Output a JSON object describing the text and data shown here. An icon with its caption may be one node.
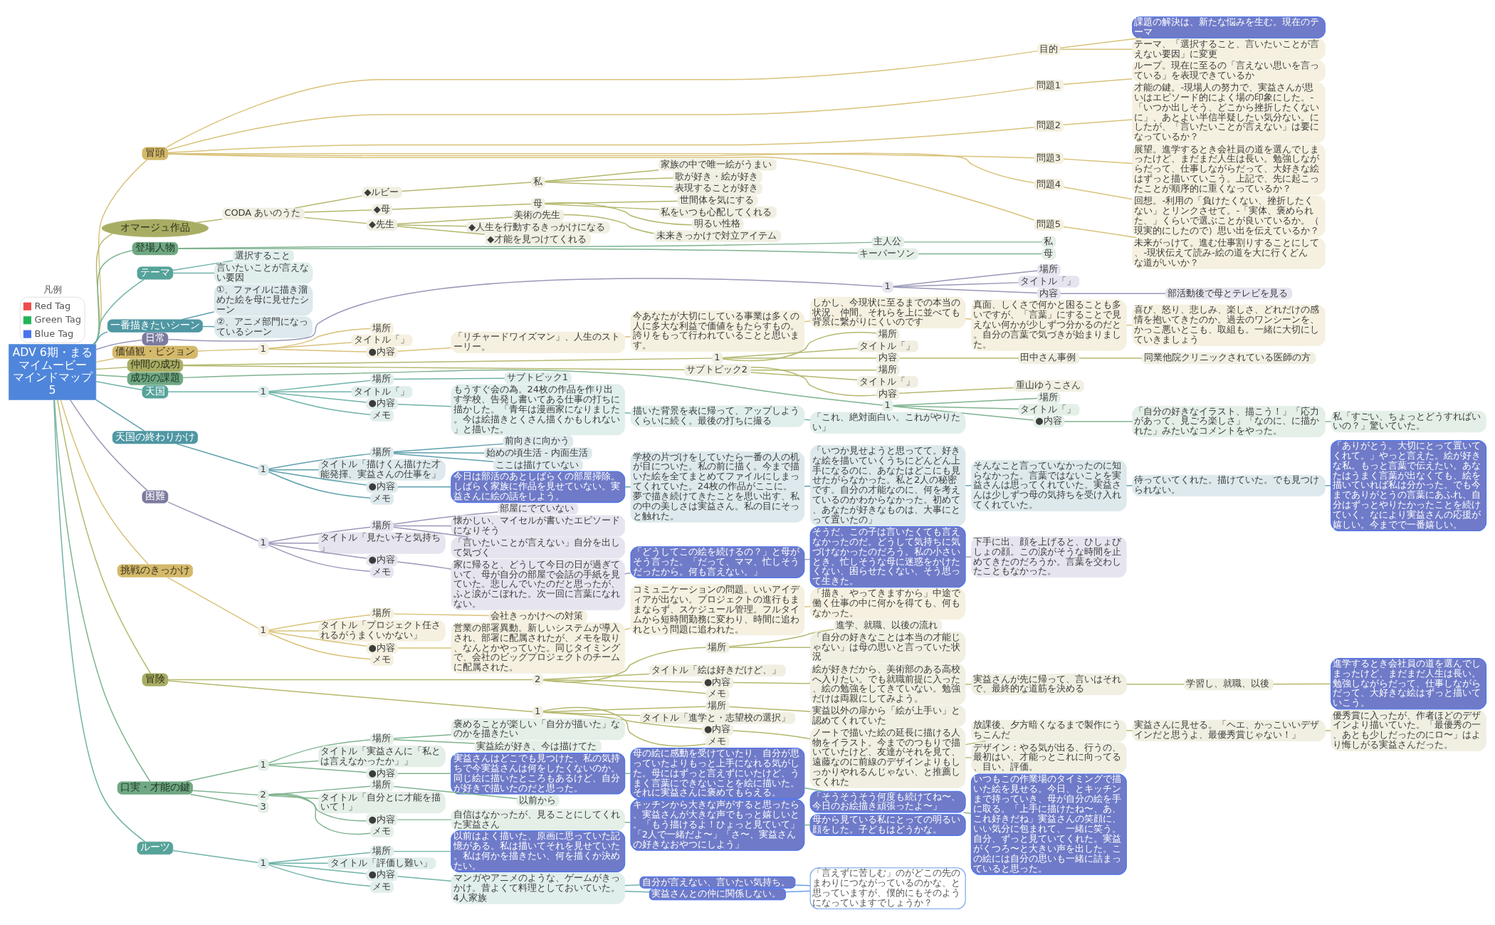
{
  "diagram": {
    "nodes": [
      {
        "text": [
          "ADV 6期・まるマイムービーマインドマップ5"
        ]
      },
      {
        "text": [
          "冒頭"
        ]
      },
      {
        "text": [
          "目的"
        ]
      },
      {
        "text": [
          "課題の解決は、新たな悩みを生む。現在のテーマ"
        ]
      },
      {
        "text": [
          "テーマ、「選択すること、言いたいことが言えない要因」に変更"
        ]
      },
      {
        "text": [
          "問題1"
        ]
      },
      {
        "text": [
          "ループ。現在に至るの「言えない思いを言っている」を表現できているか"
        ]
      },
      {
        "text": [
          "問題2"
        ]
      },
      {
        "text": [
          "才能の鍵。‐現場人の努力で、実益さんが思いはエピソード的によく場の印象にした。‐「いつか出しそう、どこから挫折したくないに」、あとよい半信半疑したい気分ない。にしたが、「言いたいことが言えない」は要になっているか？"
        ]
      },
      {
        "text": [
          "問題3"
        ]
      },
      {
        "text": [
          "展望。進学するとき会社員の道を選んでしまったけど、まだまだ人生は長い。勉強しながらだって、仕事しながらだって、大好きな絵はずっと描いていこう。上記で、先に起こったことが順序的に重くなっているか？"
        ]
      },
      {
        "text": [
          "問題4"
        ]
      },
      {
        "text": [
          "回想。‐利用の「負けたくない、挫折したくない」とリンクさせて。‐「実体、褒められた、」くらいで選ぶことが良いているか。（現実的にしたので）思い出を伝えているか？"
        ]
      },
      {
        "text": [
          "問題5"
        ]
      },
      {
        "text": [
          "未来がっけて。進む仕事割りすることにして、‐現状伝えて読み‐絵の道を大に行くどんな道がいいか？"
        ]
      },
      {
        "text": [
          "オマージュ作品"
        ]
      },
      {
        "text": [
          "CODA あいのうた"
        ]
      },
      {
        "text": [
          "◆ルビー"
        ]
      },
      {
        "text": [
          "私"
        ]
      },
      {
        "text": [
          "家族の中で唯一絵がうまい"
        ]
      },
      {
        "text": [
          "歌が好き・絵が好き"
        ]
      },
      {
        "text": [
          "表現することが好き"
        ]
      },
      {
        "text": [
          "◆母"
        ]
      },
      {
        "text": [
          "母"
        ]
      },
      {
        "text": [
          "世間体を気にする"
        ]
      },
      {
        "text": [
          "私をいつも心配してくれる"
        ]
      },
      {
        "text": [
          "明るい性格"
        ]
      },
      {
        "text": [
          "◆先生"
        ]
      },
      {
        "text": [
          "美術の先生"
        ]
      },
      {
        "text": [
          "未来きっかけで対立アイテム"
        ]
      },
      {
        "text": [
          "◆人生を行動するきっかけになる"
        ]
      },
      {
        "text": [
          "◆才能を見つけてくれる"
        ]
      },
      {
        "text": [
          "登場人物"
        ]
      },
      {
        "text": [
          "主人公"
        ]
      },
      {
        "text": [
          "私"
        ]
      },
      {
        "text": [
          "キーパーソン"
        ]
      },
      {
        "text": [
          "母"
        ]
      },
      {
        "text": [
          "テーマ"
        ]
      },
      {
        "text": [
          "選択すること"
        ]
      },
      {
        "text": [
          "言いたいことが言えない要因"
        ]
      },
      {
        "text": [
          "一番描きたいシーン"
        ]
      },
      {
        "text": [
          "①、ファイルに描き溜めた絵を母に見せたシーン"
        ]
      },
      {
        "text": [
          "②、アニメ部門になっているシーン"
        ]
      },
      {
        "text": [
          "日常"
        ]
      },
      {
        "text": [
          "1"
        ]
      },
      {
        "text": [
          "場所"
        ]
      },
      {
        "text": [
          "タイトル「」"
        ]
      },
      {
        "text": [
          "内容"
        ]
      },
      {
        "text": [
          "部活動後で母とテレビを見る"
        ]
      },
      {
        "text": [
          "価値観・ビジョン"
        ]
      },
      {
        "text": [
          "1"
        ]
      },
      {
        "text": [
          "場所"
        ]
      },
      {
        "text": [
          "タイトル「」"
        ]
      },
      {
        "text": [
          "●内容"
        ]
      },
      {
        "text": [
          "「リチャードワイズマン」、人生のストーリー。"
        ]
      },
      {
        "text": [
          "今あなたが大切にしている事業は多くの人に多大な利益で価値をもたらすもの。誇りをもって行われていることと思います。"
        ]
      },
      {
        "text": [
          "しかし、今現状に至るまでの本当の状況、仲間。それらを上に並べても背景に繋がりにくいのです"
        ]
      },
      {
        "text": [
          "真面、しくさで何かと困ることも多いですが、「言葉」にすることで見えない何かが少しずつ分かるのだと。自分の言葉で気づきが始まりました。"
        ]
      },
      {
        "text": [
          "喜び、怒り、悲しみ、楽しさ、どれだけの感情を抱いてきたのか。過去のワンシーンを、かっこ悪いとこも、取組も。一緒に大切にしていきましょう"
        ]
      },
      {
        "text": [
          "仲間の成功"
        ]
      },
      {
        "text": [
          "1"
        ]
      },
      {
        "text": [
          "場所"
        ]
      },
      {
        "text": [
          "タイトル「」"
        ]
      },
      {
        "text": [
          "内容"
        ]
      },
      {
        "text": [
          "田中さん事例"
        ]
      },
      {
        "text": [
          "同業他院クリニックされている医師の方"
        ]
      },
      {
        "text": [
          "サブトピック2"
        ]
      },
      {
        "text": [
          "場所"
        ]
      },
      {
        "text": [
          "タイトル「」"
        ]
      },
      {
        "text": [
          "内容"
        ]
      },
      {
        "text": [
          "重山ゆうこさん"
        ]
      },
      {
        "text": [
          "成功の課題"
        ]
      },
      {
        "text": [
          "1"
        ]
      },
      {
        "text": [
          "場所"
        ]
      },
      {
        "text": [
          "タイトル「」"
        ]
      },
      {
        "text": [
          "●内容"
        ]
      },
      {
        "text": [
          "「自分の好きなイラスト、描こう！」「応力があって、見ごろ楽しさ」「なのに、に描かれた」みたいなコメントをやった。"
        ]
      },
      {
        "text": [
          "私「すごい、ちょっとどうすればいいの？」驚いていた。"
        ]
      },
      {
        "text": [
          "天国"
        ]
      },
      {
        "text": [
          "1"
        ]
      },
      {
        "text": [
          "場所"
        ]
      },
      {
        "text": [
          "サブトピック1"
        ]
      },
      {
        "text": [
          "タイトル「」"
        ]
      },
      {
        "text": [
          "●内容"
        ]
      },
      {
        "text": [
          "もうすぐ会の為。24枚の作品を作り出す学校、告発し書いてある仕事の打ちに描かした。「青年は漫画家になりました。今は絵描きとくさん描くかもしれない」と描いた。"
        ]
      },
      {
        "text": [
          "描いた背景を表に帰って、アップしようくらいに続く。最後の打ちに撮る"
        ]
      },
      {
        "text": [
          "「これ、絶対面白い。これがやりたい」"
        ]
      },
      {
        "text": [
          "メモ"
        ]
      },
      {
        "text": [
          "天国の終わりかけ"
        ]
      },
      {
        "text": [
          "1"
        ]
      },
      {
        "text": [
          "場所"
        ]
      },
      {
        "text": [
          "前向きに向かう"
        ]
      },
      {
        "text": [
          "始めの頃生活 - 内面生活"
        ]
      },
      {
        "text": [
          "ここは描けていない"
        ]
      },
      {
        "text": [
          "タイトル「描けくん描けた才能発揮、実益さんの仕事を」"
        ]
      },
      {
        "text": [
          "●内容"
        ]
      },
      {
        "text": [
          "今日は部活のあとしばらくの部屋掃除。しばらく家族に作品を見せていない。実益さんに絵の話をしよう。"
        ]
      },
      {
        "text": [
          "学校の片づけをしていたら一番の人の机が目についた。私の前に描く。今まで描いた絵を全てまとめてファイルにしまってくれていた。24枚の作品がここに。夢で描き続けてきたことを思い出す、私の中の美しさは実益さん。私の目にそっと触れた。"
        ]
      },
      {
        "text": [
          "「いつか見せようと思ってて。好きな絵を描いていくうちにどんどん上手になるのに、あなたはどこにも見せたがらなかった。私と2人の秘密です。自分の才能なのに、何を考えているのかわからなかった。初めて、あなたが好きなものは、大事にとって置いたの」"
        ]
      },
      {
        "text": [
          "そんなこと言っていなかったのに知らなかった。言葉ではないことを実益さんは思ってくれていた。実益さんは少しずつ母の気持ちを受け入れてくれていた。"
        ]
      },
      {
        "text": [
          "待っていてくれた。描けていた。でも見つけられない。"
        ]
      },
      {
        "text": [
          "「ありがとう。大切にとって置いてくれて。」やっと言えた。絵が好きな私。もっと言葉で伝えたい。あなたはうまく言葉が出なくても、絵を描いていれば私は分かった。でも今までありがとうの言葉にあふれ、自分はずっとやりたかったことを続けていく。なにより実益さんの応援が嬉しい。今までで一番嬉しい。"
        ]
      },
      {
        "text": [
          "メモ"
        ]
      },
      {
        "text": [
          "困難"
        ]
      },
      {
        "text": [
          "1"
        ]
      },
      {
        "text": [
          "場所"
        ]
      },
      {
        "text": [
          "部屋にでていない"
        ]
      },
      {
        "text": [
          "懐かしい、マイセルが書いたエピソードになりそう"
        ]
      },
      {
        "text": [
          "「言いたいことが言えない」自分を出して気づく"
        ]
      },
      {
        "text": [
          "タイトル「見たい子と気持ち」"
        ]
      },
      {
        "text": [
          "●内容"
        ]
      },
      {
        "text": [
          "家に帰ると、どうして今日の日が過ぎていて、母が自分の部屋で会話の手紙を見ていた。悲しんでいたのだと思ったが、ふと涙がこぼれた。次一回に言葉になれない。"
        ]
      },
      {
        "text": [
          "「どうしてこの絵を続けるの？」と母がそう言った。「だって、ママ、忙しそうだったから。何も言えない。」"
        ]
      },
      {
        "text": [
          "そうだ、この子は言いたくても言えなかったのだ。どうして気持ちに気づけなかったのだろう。私の小さいとき、忙しそうな母に迷惑をかけたくない、困らせたくない、そう思って生きた。"
        ]
      },
      {
        "text": [
          "下手に出、顔を上げると、ひしょびしょの顔。この涙がそうな時間を止めてきたのだろうか。言葉を交わしたこともなかった。"
        ]
      },
      {
        "text": [
          "メモ"
        ]
      },
      {
        "text": [
          "挑戦のきっかけ"
        ]
      },
      {
        "text": [
          "1"
        ]
      },
      {
        "text": [
          "場所"
        ]
      },
      {
        "text": [
          "会社きっかけへの対策"
        ]
      },
      {
        "text": [
          "タイトル「プロジェクト任されるがうまくいかない」"
        ]
      },
      {
        "text": [
          "●内容"
        ]
      },
      {
        "text": [
          "営業の部署異動。新しいシステムが導入され、部署に配属されたが、メモを取り、なんとかやっていた。同じタイミングで、会社のビッグプロジェクトのチームに配属された。"
        ]
      },
      {
        "text": [
          "コミュニケーションの問題。いいアイディアが出ない。プロジェクトの進行もままならず、スケジュール管理。フルタイムから短時間勤務に変わり、時間に追われという問題に追われた。"
        ]
      },
      {
        "text": [
          "「描き、やってきますから」中途で働く仕事の中に何かを得ても、何もなかった。"
        ]
      },
      {
        "text": [
          "メモ"
        ]
      },
      {
        "text": [
          "冒険"
        ]
      },
      {
        "text": [
          "2"
        ]
      },
      {
        "text": [
          "場所"
        ]
      },
      {
        "text": [
          "進学、就職、以後の流れ"
        ]
      },
      {
        "text": [
          "「自分の好きなことは本当の才能じゃない」は母の思いと言っていた状況"
        ]
      },
      {
        "text": [
          "タイトル「絵は好きだけど、」"
        ]
      },
      {
        "text": [
          "●内容"
        ]
      },
      {
        "text": [
          "絵が好きだから、美術部のある高校へ入りたい。でも就職前提に入った、絵の勉強をしてきていない。勉強だけは両親にしてみよう。"
        ]
      },
      {
        "text": [
          "実益さんが先に帰って、言いはそれで、最終的な道筋を決める"
        ]
      },
      {
        "text": [
          "学習し、就職、以後"
        ]
      },
      {
        "text": [
          "進学するとき会社員の道を選んでしまったけど、まだまだ人生は長い。勉強しながらだって、仕事しながらだって、大好きな絵はずっと描いていこう。"
        ]
      },
      {
        "text": [
          "メモ"
        ]
      },
      {
        "text": [
          "1"
        ]
      },
      {
        "text": [
          "場所"
        ]
      },
      {
        "text": [
          "実益以外の扉から「絵が上手い」と認めてくれていた"
        ]
      },
      {
        "text": [
          "タイトル「進学と・志望校の選択」"
        ]
      },
      {
        "text": [
          "●内容"
        ]
      },
      {
        "text": [
          "ノートで描いた絵の延長に描ける人物をイラスト。今までのつもりで描いていたけど、友達がそれを見て、遠藤なのに前線のデザインよりもしっかりやれるんじゃない、と推薦してくれた"
        ]
      },
      {
        "text": [
          "放課後、夕方暗くなるまで製作にうちこんだ"
        ]
      },
      {
        "text": [
          "実益さんに見せる。「ヘエ、かっこいいデザインだと思うよ、最優秀賞じゃない！」"
        ]
      },
      {
        "text": [
          "優秀賞に入ったが、作者ほどのデザインより描いていた。「最優秀の一、あとも少しだったのにロ〜」はより悔しがる実益さんだった。"
        ]
      },
      {
        "text": [
          "デザイン：やる気が出る、行うの、最初はい、才能っとこれに向ってる、目い、評価。"
        ]
      },
      {
        "text": [
          "メモ"
        ]
      },
      {
        "text": [
          "口実・才能の鍵"
        ]
      },
      {
        "text": [
          "1"
        ]
      },
      {
        "text": [
          "場所"
        ]
      },
      {
        "text": [
          "褒めることが楽しい「自分が描いた」なのかを描きたい"
        ]
      },
      {
        "text": [
          "実益絵が好き、今は描けてた"
        ]
      },
      {
        "text": [
          "タイトル「実益さんに「私とは言えなかったか」」"
        ]
      },
      {
        "text": [
          "●内容"
        ]
      },
      {
        "text": [
          "実益さんはどこでも見つけた、私の気持ちで今実益さんは何をしたくないのか。同じ絵に描いたところもあるけど、自分が好きで描いたのだと思った。"
        ]
      },
      {
        "text": [
          "母の絵に感動を受けていたり、自分が思っていたよりもっと上手になれる気がした。母にはずっと言えずにいたけど、うまく言葉にできないことを絵に描いた。それに実益さんに褒めてもらえる。"
        ]
      },
      {
        "text": [
          "「そうそうそう何度も続けてね〜、今日のお絵描き頑張ったよ〜」"
        ]
      },
      {
        "text": [
          "いつもこの作業場のタイミングで描いた絵を見せる。今日、とキッチンまで持っていき、母が自分の絵を手に取る。「上手に描けたね〜、あ、これ好きだね」実益さんの笑顔に、いい気分に包まれて、一緒に笑う。自分、ずっと見ていてくれた。実益がくつろ〜と大きい声を出した。この絵には自分の思いも一緒に詰まっていると思った。"
        ]
      },
      {
        "text": [
          "2"
        ]
      },
      {
        "text": [
          "場所"
        ]
      },
      {
        "text": [
          "以前から"
        ]
      },
      {
        "text": [
          "タイトル「自分とに才能を描いて！」"
        ]
      },
      {
        "text": [
          "●内容"
        ]
      },
      {
        "text": [
          "自信はなかったが、見ることにしてくれた実益さん"
        ]
      },
      {
        "text": [
          "キッチンから大きな声がすると思ったら、実益さんが大きな声でもっと嬉しいと。「もう描けるよ！ひょっと見ていて」「2人で一緒だよ〜」「さ〜、実益さんの好きなおやつにしよう」"
        ]
      },
      {
        "text": [
          "母から見ている私にとっての明るい顔をした。子どもはどうかな。"
        ]
      },
      {
        "text": [
          "メモ"
        ]
      },
      {
        "text": [
          "3"
        ]
      },
      {
        "text": [
          "ルーツ"
        ]
      },
      {
        "text": [
          "1"
        ]
      },
      {
        "text": [
          "場所"
        ]
      },
      {
        "text": [
          "以前はよく描いた、原画に思っていた記憶がある。私は描いてそれを見せていた。私は何かを描きたい、何を描くか決めたい。"
        ]
      },
      {
        "text": [
          "タイトル「評価し難い」"
        ]
      },
      {
        "text": [
          "●内容"
        ]
      },
      {
        "text": [
          "マンガやアニメのような、ゲームがきっかけ。昔よくて料理としておいていた。4人家族"
        ]
      },
      {
        "text": [
          "自分が言えない、言いたい気持ち。"
        ]
      },
      {
        "text": [
          "実益さんとの仲に関係しない。"
        ]
      },
      {
        "text": [
          "「言えずに苦しむ」のがどこの先のまわりにつながっているのかな、と思っていますが、僕的にもそのようになっていますでしょうか？"
        ]
      },
      {
        "text": [
          "メモ"
        ]
      }
    ],
    "edges": [
      {
        "from": 0,
        "to": 1,
        "arrow": "none",
        "color": "#d9c27a"
      },
      {
        "from": 0,
        "to": 15,
        "arrow": "none",
        "color": "#b5b86e"
      },
      {
        "from": 0,
        "to": 32,
        "arrow": "none",
        "color": "#7fb38f"
      },
      {
        "from": 0,
        "to": 37,
        "arrow": "none",
        "color": "#6fb3a8"
      },
      {
        "from": 0,
        "to": 40,
        "arrow": "none",
        "color": "#5fa0ad"
      },
      {
        "from": 0,
        "to": 43,
        "arrow": "none",
        "color": "#9a98b8"
      },
      {
        "from": 0,
        "to": 49,
        "arrow": "none",
        "color": "#d9c27a"
      },
      {
        "from": 0,
        "to": 59,
        "arrow": "none",
        "color": "#b5b86e"
      },
      {
        "from": 0,
        "to": 71,
        "arrow": "none",
        "color": "#7fb38f"
      },
      {
        "from": 0,
        "to": 78,
        "arrow": "none",
        "color": "#6fb3a8"
      },
      {
        "from": 0,
        "to": 88,
        "arrow": "none",
        "color": "#5fa0ad"
      },
      {
        "from": 0,
        "to": 103,
        "arrow": "none",
        "color": "#9a98b8"
      },
      {
        "from": 0,
        "to": 116,
        "arrow": "none",
        "color": "#d9c27a"
      },
      {
        "from": 0,
        "to": 126,
        "arrow": "none",
        "color": "#b5b86e"
      },
      {
        "from": 0,
        "to": 149,
        "arrow": "none",
        "color": "#7fb38f"
      },
      {
        "from": 0,
        "to": 170,
        "arrow": "none",
        "color": "#6fb3a8"
      },
      {
        "from": 1,
        "to": 2,
        "arrow": "none",
        "color": "#d9c27a"
      },
      {
        "from": 2,
        "to": 3,
        "arrow": "none",
        "color": "#d9c27a"
      },
      {
        "from": 2,
        "to": 4,
        "arrow": "none",
        "color": "#d9c27a"
      },
      {
        "from": 1,
        "to": 5,
        "arrow": "none",
        "color": "#d9c27a"
      },
      {
        "from": 5,
        "to": 6,
        "arrow": "none",
        "color": "#d9c27a"
      },
      {
        "from": 1,
        "to": 7,
        "arrow": "none",
        "color": "#d9c27a"
      },
      {
        "from": 7,
        "to": 8,
        "arrow": "none",
        "color": "#d9c27a"
      },
      {
        "from": 1,
        "to": 9,
        "arrow": "none",
        "color": "#d9c27a"
      },
      {
        "from": 9,
        "to": 10,
        "arrow": "none",
        "color": "#d9c27a"
      },
      {
        "from": 1,
        "to": 11,
        "arrow": "none",
        "color": "#d9c27a"
      },
      {
        "from": 11,
        "to": 12,
        "arrow": "none",
        "color": "#d9c27a"
      },
      {
        "from": 1,
        "to": 13,
        "arrow": "none",
        "color": "#d9c27a"
      },
      {
        "from": 13,
        "to": 14,
        "arrow": "none",
        "color": "#d9c27a"
      },
      {
        "from": 15,
        "to": 16,
        "arrow": "none",
        "color": "#b5b86e"
      },
      {
        "from": 16,
        "to": 17,
        "arrow": "none",
        "color": "#b5b86e"
      },
      {
        "from": 17,
        "to": 18,
        "arrow": "none",
        "color": "#b5b86e"
      },
      {
        "from": 18,
        "to": 19,
        "arrow": "none",
        "color": "#b5b86e"
      },
      {
        "from": 18,
        "to": 20,
        "arrow": "none",
        "color": "#b5b86e"
      },
      {
        "from": 18,
        "to": 21,
        "arrow": "none",
        "color": "#b5b86e"
      },
      {
        "from": 16,
        "to": 22,
        "arrow": "none",
        "color": "#b5b86e"
      },
      {
        "from": 22,
        "to": 23,
        "arrow": "none",
        "color": "#b5b86e"
      },
      {
        "from": 23,
        "to": 24,
        "arrow": "none",
        "color": "#b5b86e"
      },
      {
        "from": 23,
        "to": 25,
        "arrow": "none",
        "color": "#b5b86e"
      },
      {
        "from": 23,
        "to": 26,
        "arrow": "none",
        "color": "#b5b86e"
      },
      {
        "from": 16,
        "to": 27,
        "arrow": "none",
        "color": "#b5b86e"
      },
      {
        "from": 27,
        "to": 28,
        "arrow": "none",
        "color": "#b5b86e"
      },
      {
        "from": 28,
        "to": 29,
        "arrow": "none",
        "color": "#b5b86e"
      },
      {
        "from": 27,
        "to": 30,
        "arrow": "none",
        "color": "#b5b86e"
      },
      {
        "from": 27,
        "to": 31,
        "arrow": "none",
        "color": "#b5b86e"
      },
      {
        "from": 32,
        "to": 33,
        "arrow": "none",
        "color": "#7fb38f"
      },
      {
        "from": 33,
        "to": 34,
        "arrow": "none",
        "color": "#7fb38f"
      },
      {
        "from": 32,
        "to": 35,
        "arrow": "none",
        "color": "#7fb38f"
      },
      {
        "from": 35,
        "to": 36,
        "arrow": "none",
        "color": "#7fb38f"
      },
      {
        "from": 37,
        "to": 38,
        "arrow": "none",
        "color": "#6fb3a8"
      },
      {
        "from": 37,
        "to": 39,
        "arrow": "none",
        "color": "#6fb3a8"
      },
      {
        "from": 40,
        "to": 41,
        "arrow": "none",
        "color": "#5fa0ad"
      },
      {
        "from": 40,
        "to": 42,
        "arrow": "none",
        "color": "#5fa0ad"
      },
      {
        "from": 43,
        "to": 44,
        "arrow": "none",
        "color": "#9a98b8"
      },
      {
        "from": 44,
        "to": 45,
        "arrow": "none",
        "color": "#9a98b8"
      },
      {
        "from": 44,
        "to": 46,
        "arrow": "none",
        "color": "#9a98b8"
      },
      {
        "from": 44,
        "to": 47,
        "arrow": "none",
        "color": "#9a98b8"
      },
      {
        "from": 47,
        "to": 48,
        "arrow": "none",
        "color": "#9a98b8"
      },
      {
        "from": 49,
        "to": 50,
        "arrow": "none",
        "color": "#d9c27a"
      },
      {
        "from": 50,
        "to": 51,
        "arrow": "none",
        "color": "#d9c27a"
      },
      {
        "from": 50,
        "to": 52,
        "arrow": "none",
        "color": "#d9c27a"
      },
      {
        "from": 50,
        "to": 53,
        "arrow": "none",
        "color": "#d9c27a"
      },
      {
        "from": 53,
        "to": 54,
        "arrow": "none",
        "color": "#d9c27a"
      },
      {
        "from": 54,
        "to": 55,
        "arrow": "none",
        "color": "#d9c27a"
      },
      {
        "from": 55,
        "to": 56,
        "arrow": "none",
        "color": "#d9c27a"
      },
      {
        "from": 56,
        "to": 57,
        "arrow": "none",
        "color": "#d9c27a"
      },
      {
        "from": 57,
        "to": 58,
        "arrow": "none",
        "color": "#d9c27a"
      },
      {
        "from": 59,
        "to": 60,
        "arrow": "none",
        "color": "#b5b86e"
      },
      {
        "from": 60,
        "to": 61,
        "arrow": "none",
        "color": "#b5b86e"
      },
      {
        "from": 60,
        "to": 62,
        "arrow": "none",
        "color": "#b5b86e"
      },
      {
        "from": 60,
        "to": 63,
        "arrow": "none",
        "color": "#b5b86e"
      },
      {
        "from": 63,
        "to": 64,
        "arrow": "none",
        "color": "#b5b86e"
      },
      {
        "from": 64,
        "to": 65,
        "arrow": "none",
        "color": "#b5b86e"
      },
      {
        "from": 59,
        "to": 66,
        "arrow": "none",
        "color": "#b5b86e"
      },
      {
        "from": 66,
        "to": 67,
        "arrow": "none",
        "color": "#b5b86e"
      },
      {
        "from": 66,
        "to": 68,
        "arrow": "none",
        "color": "#b5b86e"
      },
      {
        "from": 66,
        "to": 69,
        "arrow": "none",
        "color": "#b5b86e"
      },
      {
        "from": 69,
        "to": 70,
        "arrow": "none",
        "color": "#b5b86e"
      },
      {
        "from": 71,
        "to": 72,
        "arrow": "none",
        "color": "#7fb38f"
      },
      {
        "from": 72,
        "to": 73,
        "arrow": "none",
        "color": "#7fb38f"
      },
      {
        "from": 72,
        "to": 74,
        "arrow": "none",
        "color": "#7fb38f"
      },
      {
        "from": 72,
        "to": 75,
        "arrow": "none",
        "color": "#7fb38f"
      },
      {
        "from": 75,
        "to": 76,
        "arrow": "none",
        "color": "#7fb38f"
      },
      {
        "from": 76,
        "to": 77,
        "arrow": "none",
        "color": "#7fb38f"
      },
      {
        "from": 78,
        "to": 79,
        "arrow": "none",
        "color": "#6fb3a8"
      },
      {
        "from": 79,
        "to": 80,
        "arrow": "none",
        "color": "#6fb3a8"
      },
      {
        "from": 80,
        "to": 81,
        "arrow": "none",
        "color": "#6fb3a8"
      },
      {
        "from": 79,
        "to": 82,
        "arrow": "none",
        "color": "#6fb3a8"
      },
      {
        "from": 79,
        "to": 83,
        "arrow": "none",
        "color": "#6fb3a8"
      },
      {
        "from": 83,
        "to": 84,
        "arrow": "none",
        "color": "#6fb3a8"
      },
      {
        "from": 84,
        "to": 85,
        "arrow": "none",
        "color": "#6fb3a8"
      },
      {
        "from": 85,
        "to": 86,
        "arrow": "none",
        "color": "#6fb3a8"
      },
      {
        "from": 79,
        "to": 87,
        "arrow": "none",
        "color": "#6fb3a8"
      },
      {
        "from": 88,
        "to": 89,
        "arrow": "none",
        "color": "#5fa0ad"
      },
      {
        "from": 89,
        "to": 90,
        "arrow": "none",
        "color": "#5fa0ad"
      },
      {
        "from": 90,
        "to": 91,
        "arrow": "none",
        "color": "#5fa0ad"
      },
      {
        "from": 90,
        "to": 92,
        "arrow": "none",
        "color": "#5fa0ad"
      },
      {
        "from": 90,
        "to": 93,
        "arrow": "none",
        "color": "#5fa0ad"
      },
      {
        "from": 89,
        "to": 94,
        "arrow": "none",
        "color": "#5fa0ad"
      },
      {
        "from": 89,
        "to": 95,
        "arrow": "none",
        "color": "#5fa0ad"
      },
      {
        "from": 95,
        "to": 96,
        "arrow": "none",
        "color": "#5fa0ad"
      },
      {
        "from": 96,
        "to": 97,
        "arrow": "none",
        "color": "#5fa0ad"
      },
      {
        "from": 97,
        "to": 98,
        "arrow": "none",
        "color": "#5fa0ad"
      },
      {
        "from": 98,
        "to": 99,
        "arrow": "none",
        "color": "#5fa0ad"
      },
      {
        "from": 99,
        "to": 100,
        "arrow": "none",
        "color": "#5fa0ad"
      },
      {
        "from": 100,
        "to": 101,
        "arrow": "none",
        "color": "#5fa0ad"
      },
      {
        "from": 89,
        "to": 102,
        "arrow": "none",
        "color": "#5fa0ad"
      },
      {
        "from": 103,
        "to": 104,
        "arrow": "none",
        "color": "#9a98b8"
      },
      {
        "from": 104,
        "to": 105,
        "arrow": "none",
        "color": "#9a98b8"
      },
      {
        "from": 105,
        "to": 106,
        "arrow": "none",
        "color": "#9a98b8"
      },
      {
        "from": 105,
        "to": 107,
        "arrow": "none",
        "color": "#9a98b8"
      },
      {
        "from": 105,
        "to": 108,
        "arrow": "none",
        "color": "#9a98b8"
      },
      {
        "from": 104,
        "to": 109,
        "arrow": "none",
        "color": "#9a98b8"
      },
      {
        "from": 104,
        "to": 110,
        "arrow": "none",
        "color": "#9a98b8"
      },
      {
        "from": 110,
        "to": 111,
        "arrow": "none",
        "color": "#9a98b8"
      },
      {
        "from": 111,
        "to": 112,
        "arrow": "none",
        "color": "#9a98b8"
      },
      {
        "from": 112,
        "to": 113,
        "arrow": "none",
        "color": "#9a98b8"
      },
      {
        "from": 113,
        "to": 114,
        "arrow": "none",
        "color": "#9a98b8"
      },
      {
        "from": 104,
        "to": 115,
        "arrow": "none",
        "color": "#9a98b8"
      },
      {
        "from": 116,
        "to": 117,
        "arrow": "none",
        "color": "#d9c27a"
      },
      {
        "from": 117,
        "to": 118,
        "arrow": "none",
        "color": "#d9c27a"
      },
      {
        "from": 118,
        "to": 119,
        "arrow": "none",
        "color": "#d9c27a"
      },
      {
        "from": 117,
        "to": 120,
        "arrow": "none",
        "color": "#d9c27a"
      },
      {
        "from": 117,
        "to": 121,
        "arrow": "none",
        "color": "#d9c27a"
      },
      {
        "from": 121,
        "to": 122,
        "arrow": "none",
        "color": "#d9c27a"
      },
      {
        "from": 122,
        "to": 123,
        "arrow": "none",
        "color": "#d9c27a"
      },
      {
        "from": 123,
        "to": 124,
        "arrow": "none",
        "color": "#d9c27a"
      },
      {
        "from": 117,
        "to": 125,
        "arrow": "none",
        "color": "#d9c27a"
      },
      {
        "from": 126,
        "to": 127,
        "arrow": "none",
        "color": "#b5b86e"
      },
      {
        "from": 127,
        "to": 128,
        "arrow": "none",
        "color": "#b5b86e"
      },
      {
        "from": 128,
        "to": 129,
        "arrow": "none",
        "color": "#b5b86e"
      },
      {
        "from": 128,
        "to": 130,
        "arrow": "none",
        "color": "#b5b86e"
      },
      {
        "from": 127,
        "to": 131,
        "arrow": "none",
        "color": "#b5b86e"
      },
      {
        "from": 127,
        "to": 132,
        "arrow": "none",
        "color": "#b5b86e"
      },
      {
        "from": 132,
        "to": 133,
        "arrow": "none",
        "color": "#b5b86e"
      },
      {
        "from": 133,
        "to": 134,
        "arrow": "none",
        "color": "#b5b86e"
      },
      {
        "from": 134,
        "to": 135,
        "arrow": "none",
        "color": "#b5b86e"
      },
      {
        "from": 135,
        "to": 136,
        "arrow": "none",
        "color": "#b5b86e"
      },
      {
        "from": 127,
        "to": 137,
        "arrow": "none",
        "color": "#b5b86e"
      },
      {
        "from": 126,
        "to": 138,
        "arrow": "none",
        "color": "#b5b86e"
      },
      {
        "from": 138,
        "to": 139,
        "arrow": "none",
        "color": "#b5b86e"
      },
      {
        "from": 139,
        "to": 140,
        "arrow": "none",
        "color": "#b5b86e"
      },
      {
        "from": 138,
        "to": 141,
        "arrow": "none",
        "color": "#b5b86e"
      },
      {
        "from": 138,
        "to": 142,
        "arrow": "none",
        "color": "#b5b86e"
      },
      {
        "from": 142,
        "to": 143,
        "arrow": "none",
        "color": "#b5b86e"
      },
      {
        "from": 143,
        "to": 144,
        "arrow": "none",
        "color": "#b5b86e"
      },
      {
        "from": 144,
        "to": 145,
        "arrow": "none",
        "color": "#b5b86e"
      },
      {
        "from": 145,
        "to": 146,
        "arrow": "none",
        "color": "#b5b86e"
      },
      {
        "from": 143,
        "to": 147,
        "arrow": "none",
        "color": "#b5b86e"
      },
      {
        "from": 138,
        "to": 148,
        "arrow": "none",
        "color": "#b5b86e"
      },
      {
        "from": 149,
        "to": 150,
        "arrow": "none",
        "color": "#7fb38f"
      },
      {
        "from": 150,
        "to": 151,
        "arrow": "none",
        "color": "#7fb38f"
      },
      {
        "from": 151,
        "to": 152,
        "arrow": "none",
        "color": "#7fb38f"
      },
      {
        "from": 151,
        "to": 153,
        "arrow": "none",
        "color": "#7fb38f"
      },
      {
        "from": 150,
        "to": 154,
        "arrow": "none",
        "color": "#7fb38f"
      },
      {
        "from": 150,
        "to": 155,
        "arrow": "none",
        "color": "#7fb38f"
      },
      {
        "from": 155,
        "to": 156,
        "arrow": "none",
        "color": "#7fb38f"
      },
      {
        "from": 156,
        "to": 157,
        "arrow": "none",
        "color": "#7fb38f"
      },
      {
        "from": 157,
        "to": 158,
        "arrow": "none",
        "color": "#7fb38f"
      },
      {
        "from": 158,
        "to": 159,
        "arrow": "none",
        "color": "#7fb38f"
      },
      {
        "from": 149,
        "to": 160,
        "arrow": "none",
        "color": "#7fb38f"
      },
      {
        "from": 160,
        "to": 161,
        "arrow": "none",
        "color": "#7fb38f"
      },
      {
        "from": 161,
        "to": 162,
        "arrow": "none",
        "color": "#7fb38f"
      },
      {
        "from": 160,
        "to": 163,
        "arrow": "none",
        "color": "#7fb38f"
      },
      {
        "from": 160,
        "to": 164,
        "arrow": "none",
        "color": "#7fb38f"
      },
      {
        "from": 164,
        "to": 165,
        "arrow": "none",
        "color": "#7fb38f"
      },
      {
        "from": 165,
        "to": 166,
        "arrow": "none",
        "color": "#7fb38f"
      },
      {
        "from": 166,
        "to": 167,
        "arrow": "none",
        "color": "#7fb38f"
      },
      {
        "from": 160,
        "to": 168,
        "arrow": "none",
        "color": "#7fb38f"
      },
      {
        "from": 149,
        "to": 169,
        "arrow": "none",
        "color": "#7fb38f"
      },
      {
        "from": 170,
        "to": 171,
        "arrow": "none",
        "color": "#6fb3a8"
      },
      {
        "from": 171,
        "to": 172,
        "arrow": "none",
        "color": "#6fb3a8"
      },
      {
        "from": 172,
        "to": 173,
        "arrow": "none",
        "color": "#6fb3a8"
      },
      {
        "from": 171,
        "to": 174,
        "arrow": "none",
        "color": "#6fb3a8"
      },
      {
        "from": 171,
        "to": 175,
        "arrow": "none",
        "color": "#6fb3a8"
      },
      {
        "from": 175,
        "to": 176,
        "arrow": "none",
        "color": "#6fb3a8"
      },
      {
        "from": 176,
        "to": 177,
        "arrow": "none",
        "color": "#6fb3a8"
      },
      {
        "from": 176,
        "to": 178,
        "arrow": "none",
        "color": "#6fb3a8"
      },
      {
        "from": 177,
        "to": 179,
        "arrow": "none",
        "color": "#6d9eeb"
      },
      {
        "from": 178,
        "to": 179,
        "arrow": "none",
        "color": "#6d9eeb"
      },
      {
        "from": 171,
        "to": 180,
        "arrow": "none",
        "color": "#6fb3a8"
      }
    ],
    "labels": [
      "凡例"
    ],
    "legend": [
      {
        "text": "Red Tag",
        "color": "#f04b4b"
      },
      {
        "text": "Green Tag",
        "color": "#22b45a"
      },
      {
        "text": "Blue Tag",
        "color": "#4a72f0"
      }
    ]
  }
}
